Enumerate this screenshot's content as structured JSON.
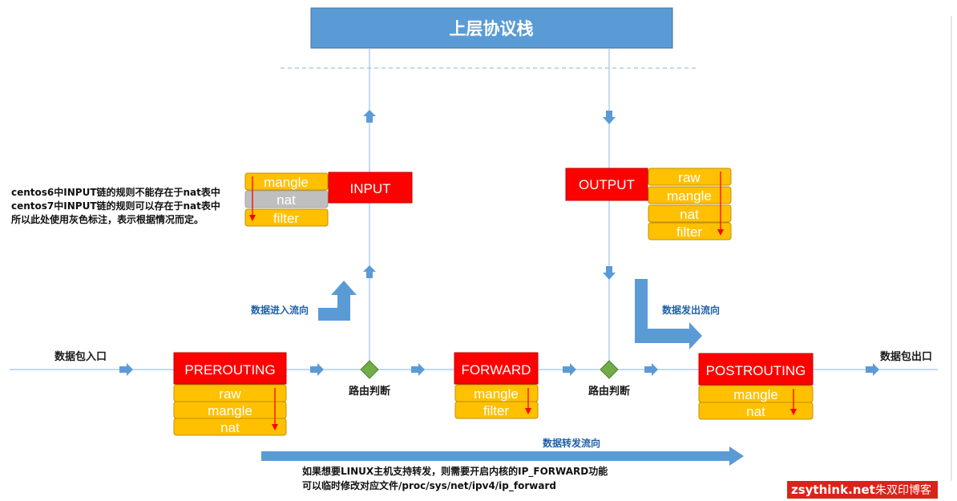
{
  "top": {
    "title": "上层协议栈"
  },
  "chains": {
    "input": "INPUT",
    "output": "OUTPUT",
    "prerouting": "PREROUTING",
    "forward": "FORWARD",
    "postrouting": "POSTROUTING"
  },
  "tables": {
    "input": [
      "mangle",
      "nat",
      "filter"
    ],
    "output": [
      "raw",
      "mangle",
      "nat",
      "filter"
    ],
    "prerouting": [
      "raw",
      "mangle",
      "nat"
    ],
    "forward": [
      "mangle",
      "filter"
    ],
    "postrouting": [
      "mangle",
      "nat"
    ]
  },
  "labels": {
    "entry": "数据包入口",
    "exit": "数据包出口",
    "route1": "路由判断",
    "route2": "路由判断",
    "flow_in": "数据进入流向",
    "flow_out": "数据发出流向",
    "flow_forward": "数据转发流向"
  },
  "notes": {
    "centos": [
      "centos6中INPUT链的规则不能存在于nat表中",
      "centos7中INPUT链的规则可以存在于nat表中",
      "所以此处使用灰色标注，表示根据情况而定。"
    ],
    "forward": [
      "如果想要LINUX主机支持转发，则需要开启内核的IP_FORWARD功能",
      "可以临时修改对应文件/proc/sys/net/ipv4/ip_forward"
    ]
  },
  "watermark": {
    "site": "zsythink.net",
    "author": "朱双印博客"
  },
  "colors": {
    "chain": "#ff0000",
    "table": "#ffc000",
    "table_grey": "#bfbfbf",
    "blue_box": "#5b9bd5",
    "flow_arrow": "#5b9bd5",
    "decision": "#70ad47"
  }
}
